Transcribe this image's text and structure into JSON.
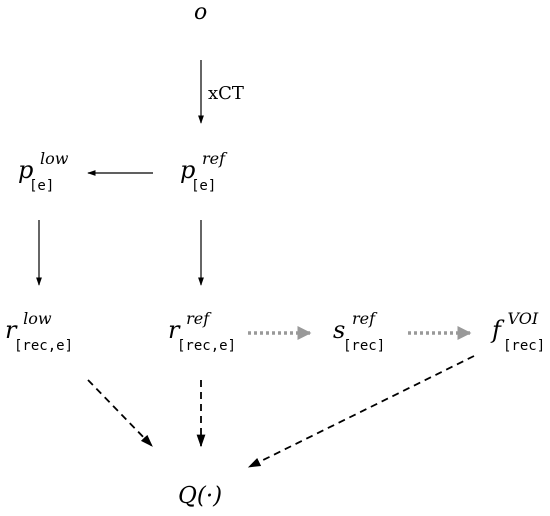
{
  "diagram": {
    "nodes": {
      "o": {
        "base": "o"
      },
      "p_low": {
        "base": "p",
        "sup": "low",
        "sub": "[e]"
      },
      "p_ref": {
        "base": "p",
        "sup": "ref",
        "sub": "[e]"
      },
      "r_low": {
        "base": "r",
        "sup": "low",
        "sub": "[rec,e]"
      },
      "r_ref": {
        "base": "r",
        "sup": "ref",
        "sub": "[rec,e]"
      },
      "s_ref": {
        "base": "s",
        "sup": "ref",
        "sub": "[rec]"
      },
      "f_voi": {
        "base": "f",
        "sup": "VOI",
        "sub": "[rec]"
      },
      "q": {
        "text": "Q(·)"
      }
    },
    "edges": {
      "o_to_p_ref": {
        "label": "xCT",
        "style": "solid"
      },
      "p_ref_to_p_low": {
        "style": "solid"
      },
      "p_low_to_r_low": {
        "style": "solid"
      },
      "p_ref_to_r_ref": {
        "style": "solid"
      },
      "r_ref_to_s_ref": {
        "style": "dotted"
      },
      "s_ref_to_f_voi": {
        "style": "dotted"
      },
      "r_low_to_q": {
        "style": "dashed"
      },
      "r_ref_to_q": {
        "style": "dashed"
      },
      "f_voi_to_q": {
        "style": "dashed"
      }
    },
    "colors": {
      "primary": "#000000",
      "secondary": "#999999"
    }
  }
}
